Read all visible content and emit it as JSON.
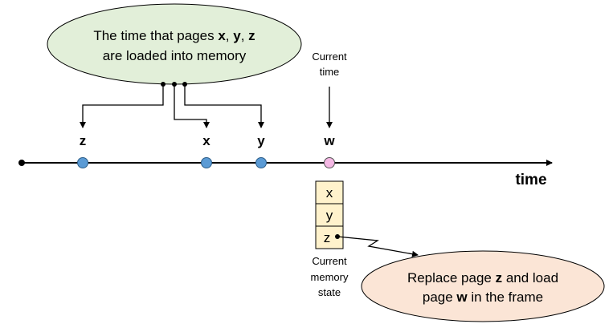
{
  "top_callout": {
    "line1_prefix": "The time that pages ",
    "line1_x": "x",
    "line1_sep1": ", ",
    "line1_y": "y",
    "line1_sep2": ", ",
    "line1_z": "z",
    "line2": "are loaded into memory"
  },
  "current_time": {
    "line1": "Current",
    "line2": "time"
  },
  "timeline": {
    "axis_label": "time",
    "points": [
      {
        "label": "z"
      },
      {
        "label": "x"
      },
      {
        "label": "y"
      },
      {
        "label": "w"
      }
    ]
  },
  "memory": {
    "frames": [
      "x",
      "y",
      "z"
    ],
    "caption_line1": "Current",
    "caption_line2": "memory",
    "caption_line3": "state"
  },
  "bottom_callout": {
    "line1_prefix": "Replace page ",
    "line1_z": "z",
    "line1_suffix": " and load",
    "line2_prefix": "page ",
    "line2_w": "w",
    "line2_suffix": " in the frame"
  },
  "colors": {
    "loaded_point": "#5b9bd5",
    "current_point": "#f4b8e4",
    "top_callout_fill": "#e2efd9",
    "frame_fill": "#fff2cc",
    "bottom_callout_fill": "#fbe5d6"
  }
}
